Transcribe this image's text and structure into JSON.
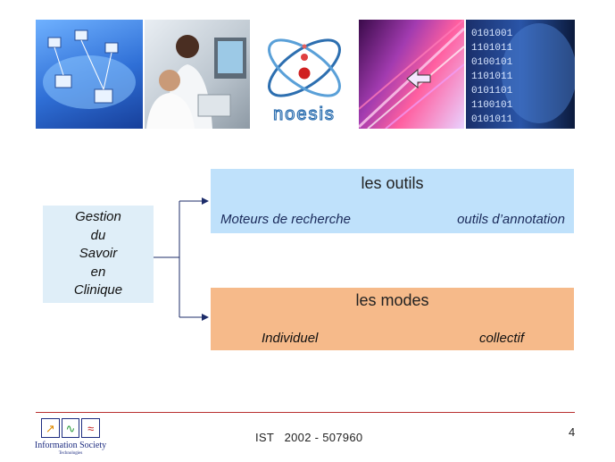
{
  "banner": {
    "brand_text": "noesis"
  },
  "center": {
    "lines": [
      "Gestion",
      "du",
      "Savoir",
      "en",
      "Clinique"
    ]
  },
  "outils": {
    "title": "les outils",
    "left_item": "Moteurs de recherche",
    "right_item": "outils d’annotation"
  },
  "modes": {
    "title": "les modes",
    "left_item": "Individuel",
    "right_item": "collectif"
  },
  "footer": {
    "project": "IST   2002 - 507960",
    "page_number": "4",
    "logo_text": "Information Society",
    "logo_subtext": "Technologies"
  },
  "colors": {
    "outils_panel": "#bfe1fb",
    "modes_panel": "#f6ba8a",
    "center_box": "#dfeef8",
    "footer_rule": "#b83030",
    "connector": "#1d2c6a"
  }
}
